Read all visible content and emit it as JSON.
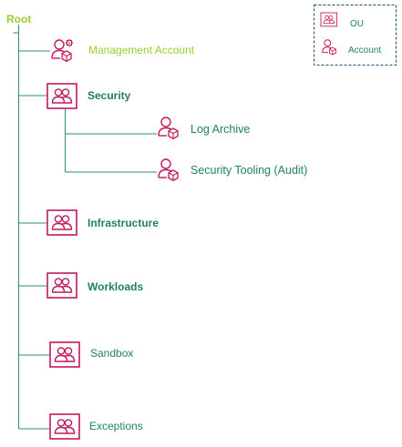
{
  "colors": {
    "tree_line": "#2e8b77",
    "icon": "#c2185b",
    "root_text": "#9acd32",
    "label_text": "#1f7f6b",
    "legend_border": "#1f4e79"
  },
  "root": {
    "label": "Root"
  },
  "management": {
    "label": "Management Account",
    "icon": "account-gear-icon"
  },
  "ous": [
    {
      "label": "Security",
      "icon": "ou-group-icon",
      "children": [
        {
          "label": "Log Archive",
          "icon": "account-icon"
        },
        {
          "label": "Security Tooling (Audit)",
          "icon": "account-icon"
        }
      ]
    },
    {
      "label": "Infrastructure",
      "icon": "ou-group-icon"
    },
    {
      "label": "Workloads",
      "icon": "ou-group-icon"
    },
    {
      "label": "Sandbox",
      "icon": "ou-group-icon"
    },
    {
      "label": "Exceptions",
      "icon": "ou-group-icon"
    }
  ],
  "legend": {
    "items": [
      {
        "label": "OU",
        "icon": "ou-group-icon"
      },
      {
        "label": "Account",
        "icon": "account-icon"
      }
    ]
  }
}
